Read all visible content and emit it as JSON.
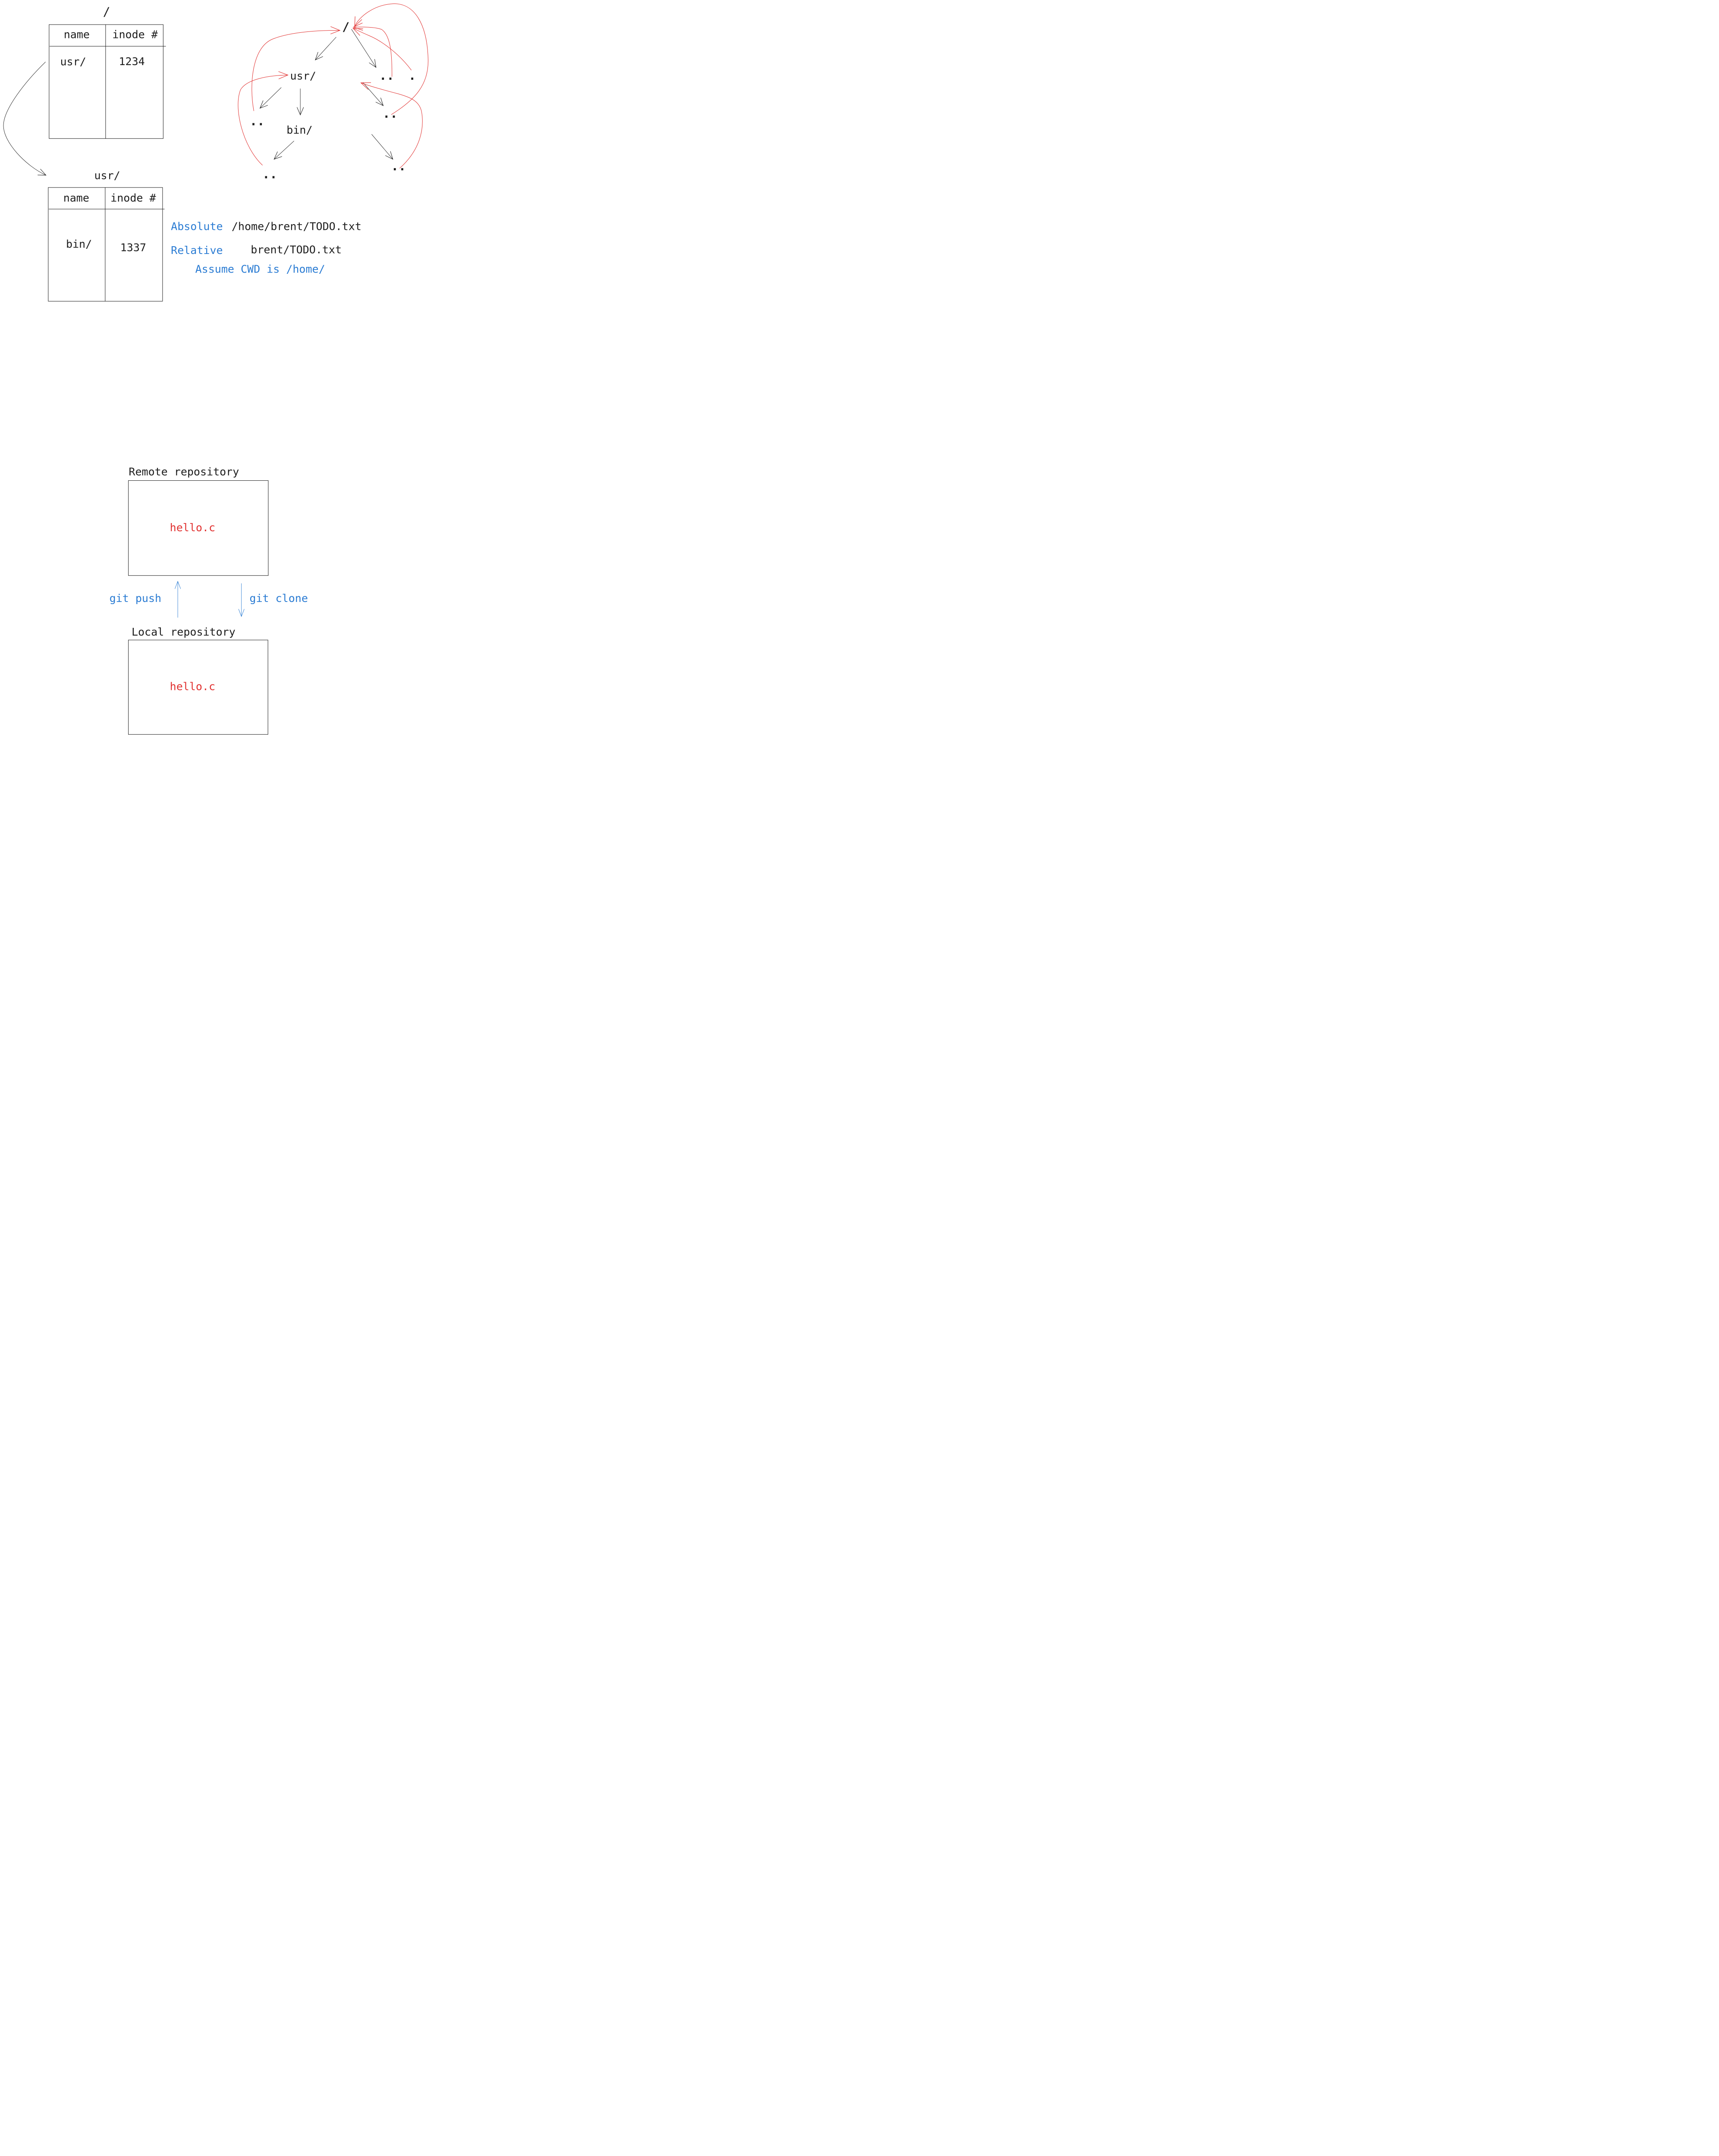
{
  "colors": {
    "ink": "#1e1e1e",
    "blue": "#2b7cd3",
    "red": "#e13231",
    "background": "#ffffff"
  },
  "root_table": {
    "title": "/",
    "headers": {
      "name": "name",
      "inode": "inode #"
    },
    "row": {
      "name": "usr/",
      "inode": "1234"
    }
  },
  "usr_table": {
    "title": "usr/",
    "headers": {
      "name": "name",
      "inode": "inode #"
    },
    "row": {
      "name": "bin/",
      "inode": "1337"
    }
  },
  "path_notes": {
    "absolute_label": "Absolute",
    "absolute_value": "/home/brent/TODO.txt",
    "relative_label": "Relative",
    "relative_value": "brent/TODO.txt",
    "cwd_note": "Assume CWD is /home/"
  },
  "tree": {
    "root": "/",
    "usr": "usr/",
    "bin": "bin/",
    "parent_ref": "..",
    "self_ref": "."
  },
  "git_flow": {
    "remote_title": "Remote repository",
    "remote_file": "hello.c",
    "local_title": "Local repository",
    "local_file": "hello.c",
    "push_label": "git push",
    "clone_label": "git clone"
  }
}
